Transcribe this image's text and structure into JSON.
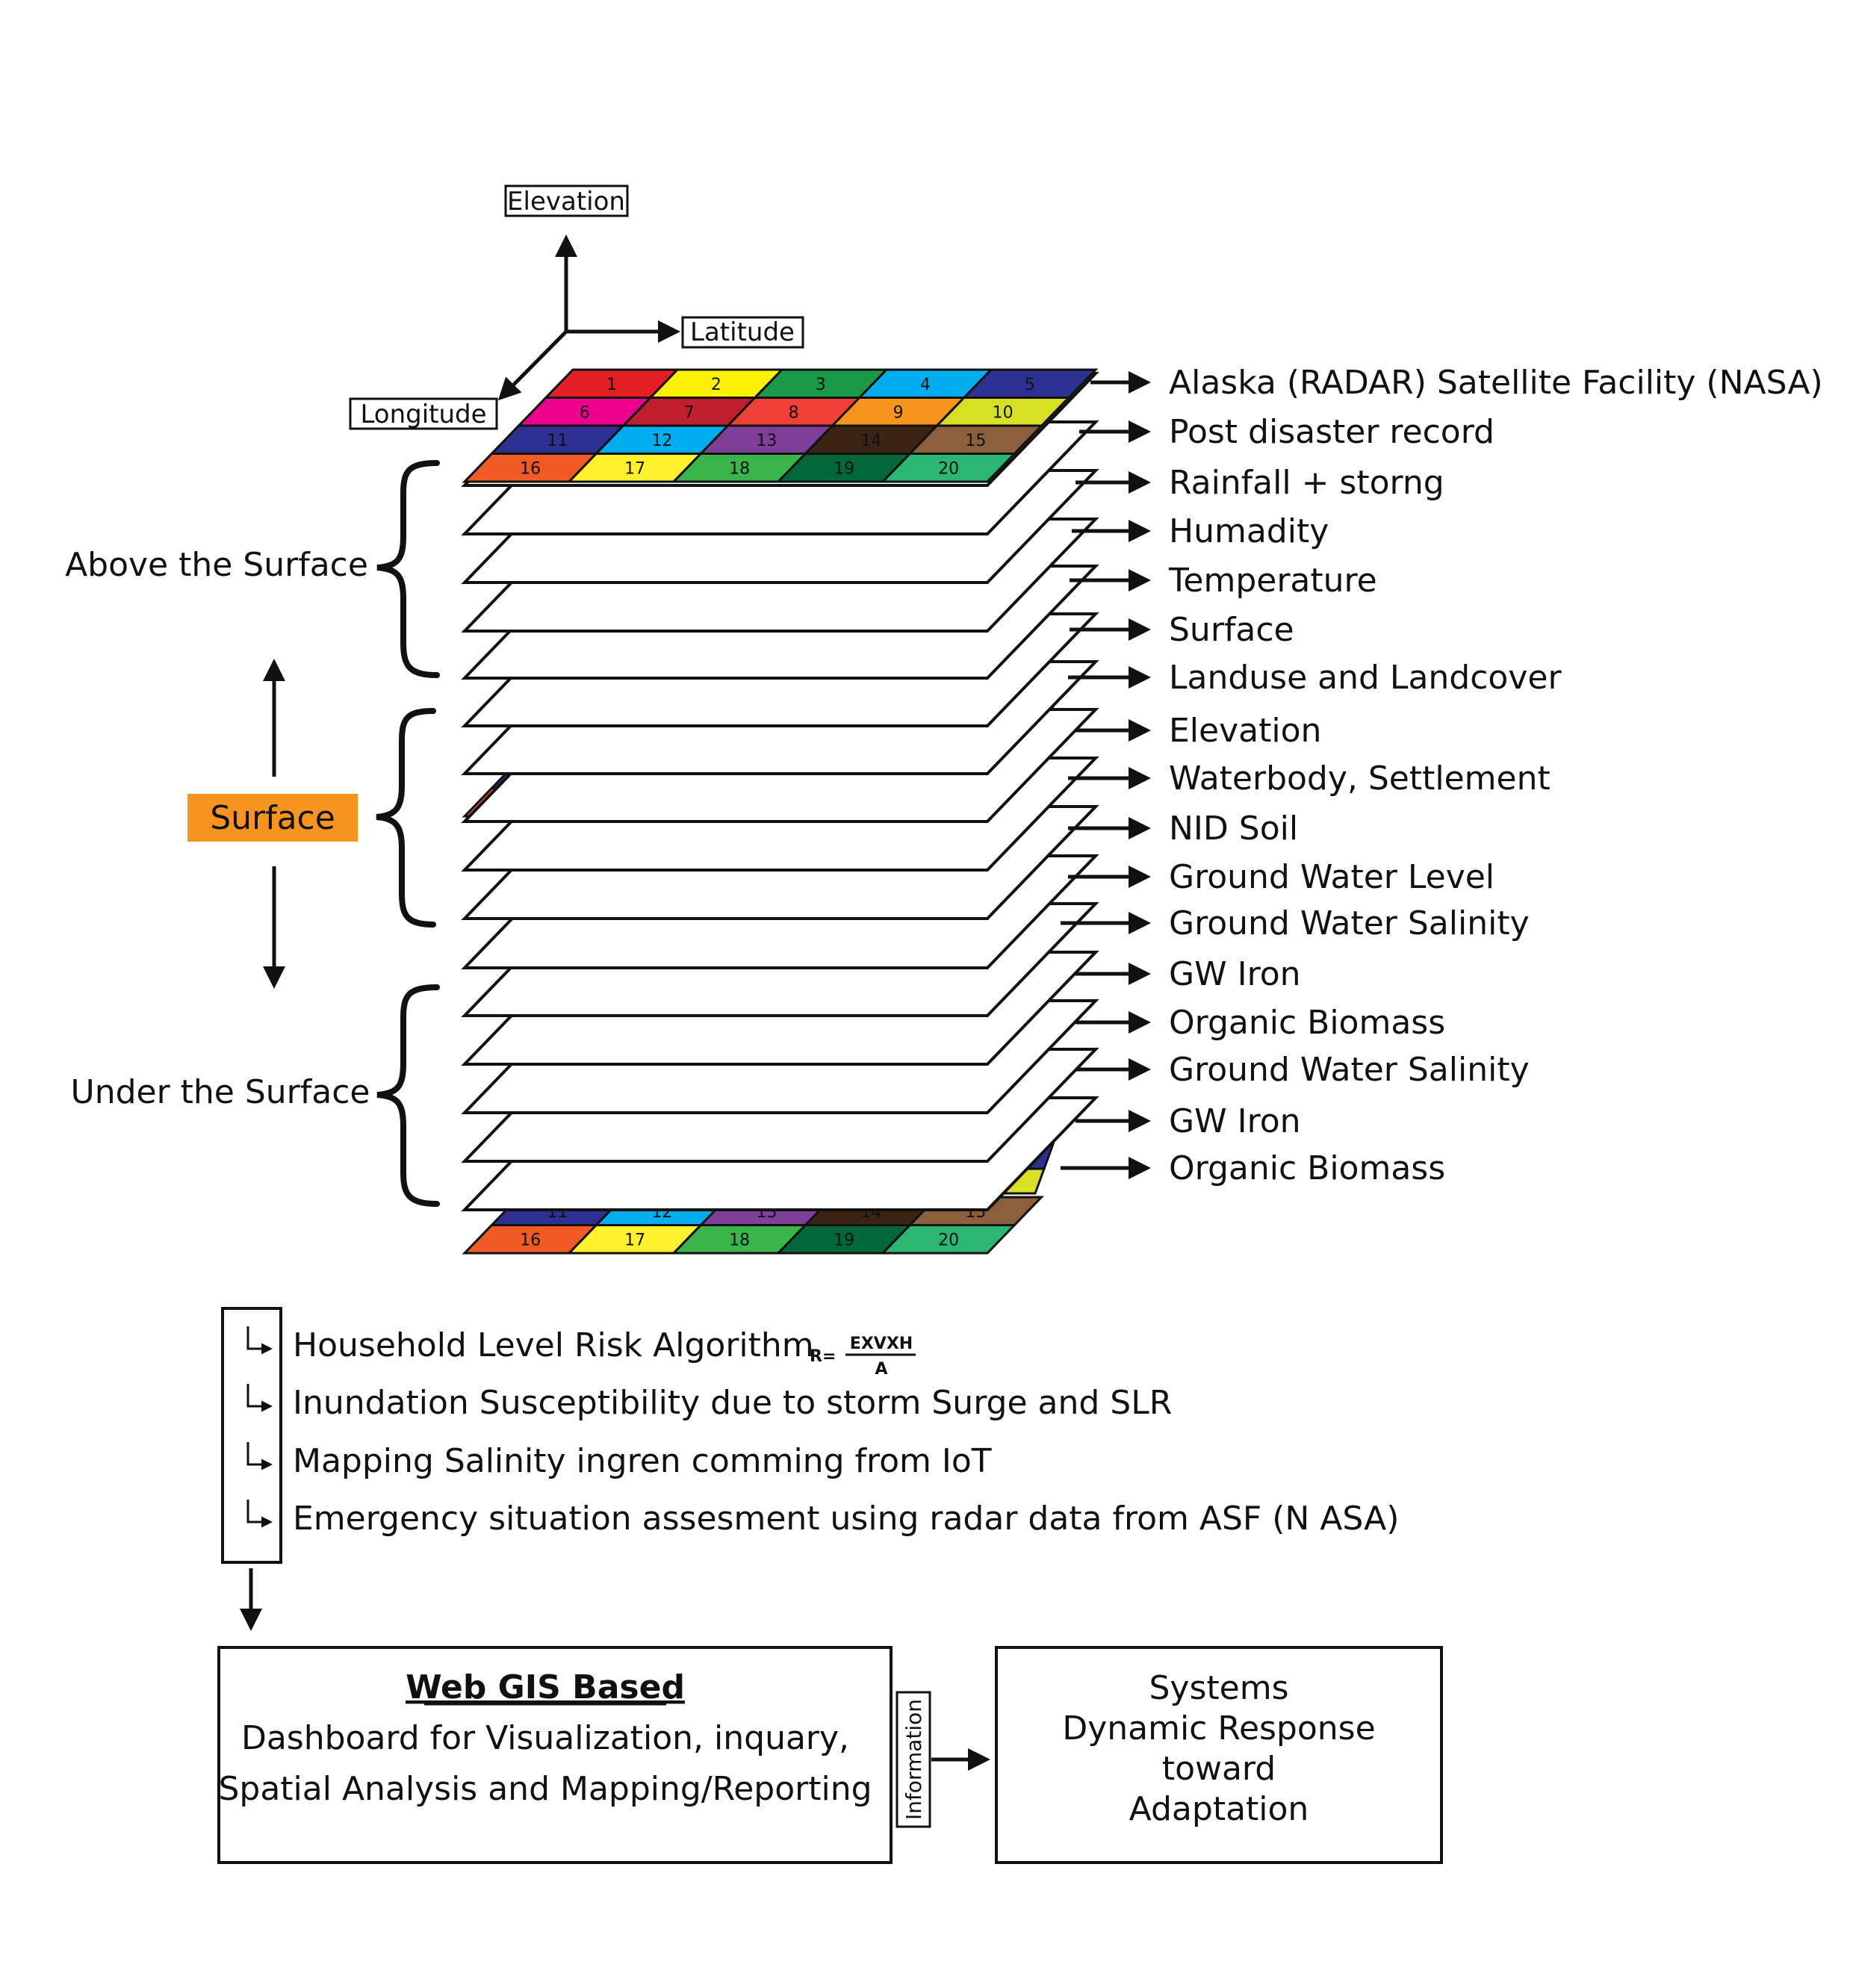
{
  "axes": {
    "elevation": "Elevation",
    "latitude": "Latitude",
    "longitude": "Longitude"
  },
  "side_labels": {
    "above": "Above the Surface",
    "surface": "Surface",
    "under": "Under the Surface"
  },
  "grid_cells": [
    "1",
    "2",
    "3",
    "4",
    "5",
    "6",
    "7",
    "8",
    "9",
    "10",
    "11",
    "12",
    "13",
    "14",
    "15",
    "16",
    "17",
    "18",
    "19",
    "20"
  ],
  "grid_colors": [
    "#e31e24",
    "#fff200",
    "#1a9a48",
    "#00aeef",
    "#2e3192",
    "#ec008c",
    "#be1e2d",
    "#ef4136",
    "#f7941d",
    "#d7df23",
    "#2e3192",
    "#00aeef",
    "#7f3f98",
    "#3c2415",
    "#8b5e3c",
    "#f15a24",
    "#fff22d",
    "#39b54a",
    "#006838",
    "#2bb673"
  ],
  "layer_labels": [
    "Alaska (RADAR) Satellite Facility (NASA)",
    "Post disaster record",
    "Rainfall + storng",
    "Humadity",
    "Temperature",
    "Surface",
    "Landuse and Landcover",
    "Elevation",
    "Waterbody, Settlement",
    "NID Soil",
    "Ground Water Level",
    "Ground Water Salinity",
    "GW Iron",
    "Organic Biomass",
    "Ground Water Salinity",
    "GW Iron",
    "Organic Biomass"
  ],
  "algorithms": [
    "Household Level Risk Algorithm",
    "Inundation Susceptibility due to storm Surge and SLR",
    "Mapping Salinity ingren comming from IoT",
    "Emergency situation assesment using radar data from ASF (N ASA)"
  ],
  "formula": {
    "lhs": "R=",
    "numerator": "EXVXH",
    "denominator": "A"
  },
  "webgis": {
    "title": "Web GIS Based",
    "line1": "Dashboard for Visualization, inquary,",
    "line2": "Spatial Analysis and Mapping/Reporting"
  },
  "connector_label": "Information",
  "response": {
    "line1": "Systems",
    "line2": "Dynamic Response",
    "line3": "toward",
    "line4": "Adaptation"
  },
  "colors": {
    "surface_badge": "#f7941d"
  }
}
